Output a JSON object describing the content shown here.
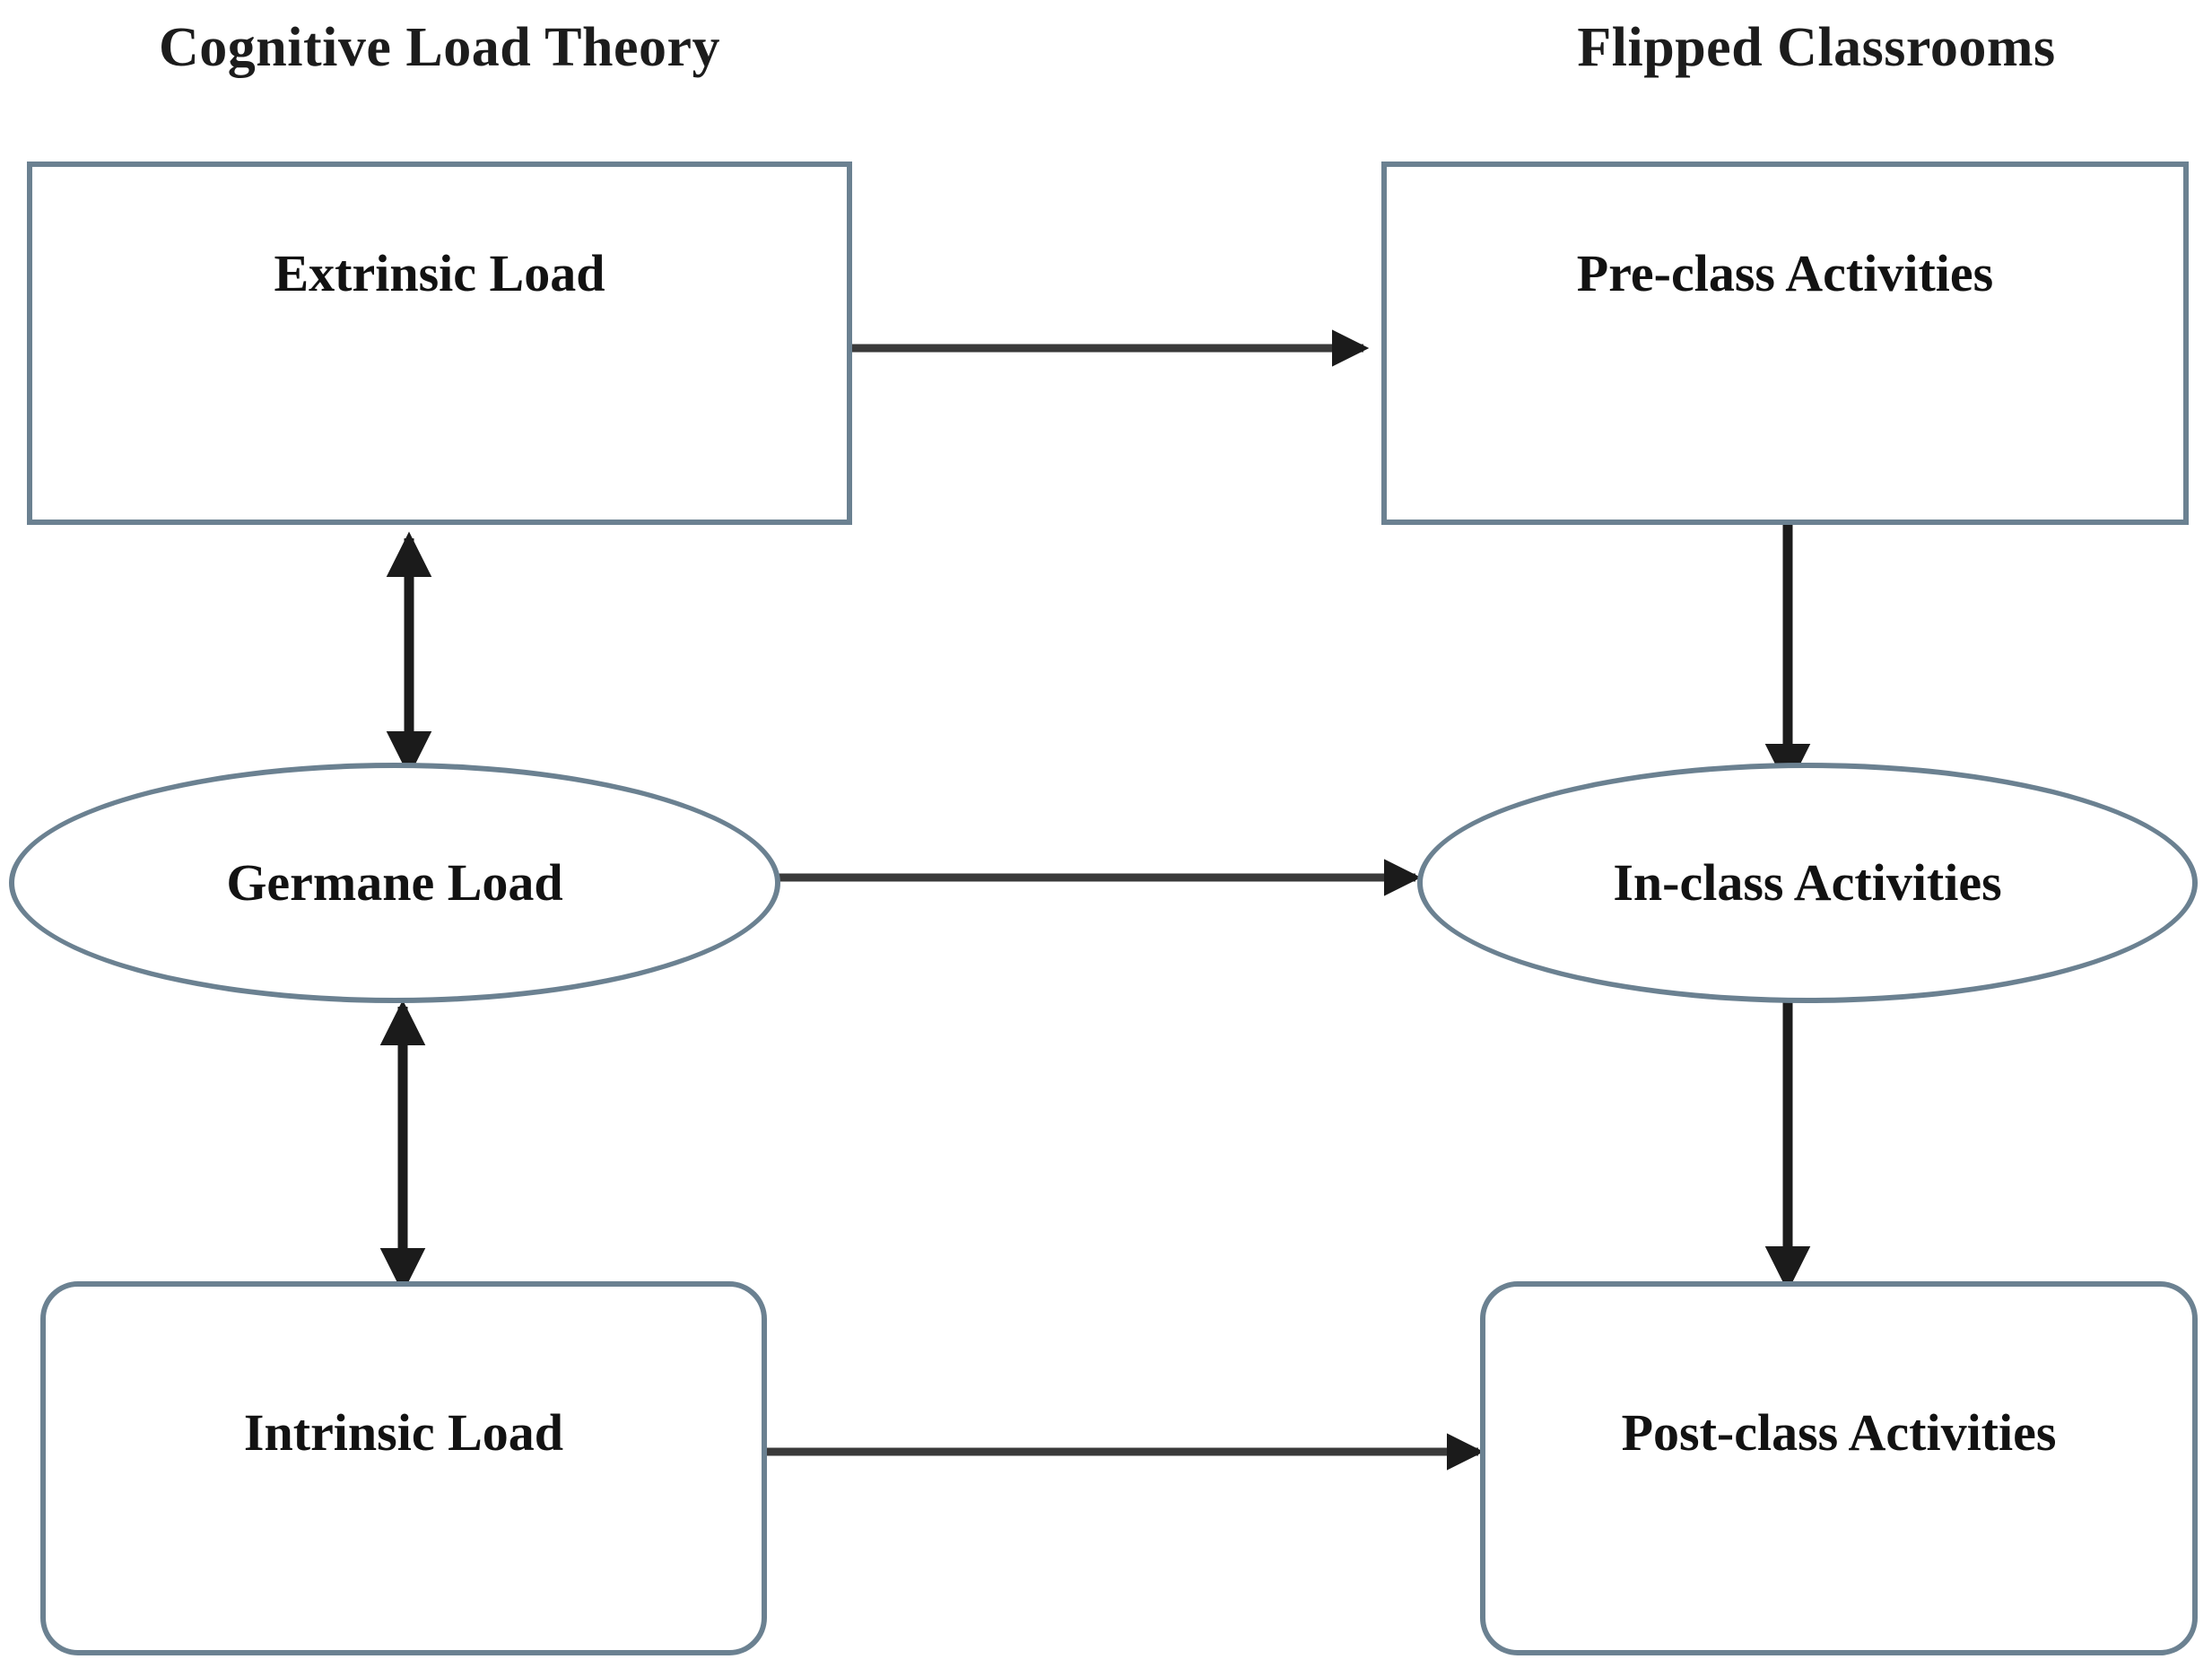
{
  "diagram": {
    "title_columns": {
      "left": "Cognitive Load Theory",
      "right": "Flipped Classrooms"
    },
    "accent_color": "#6b8191",
    "line_color": "#1b1b1b",
    "text_color": "#121212",
    "background_color": "#ffffff",
    "nodes": [
      {
        "id": "extrinsic",
        "label": "Extrinsic Load",
        "shape": "rectangle",
        "column": "left"
      },
      {
        "id": "germane",
        "label": "Germane Load",
        "shape": "ellipse",
        "column": "left"
      },
      {
        "id": "intrinsic",
        "label": "Intrinsic Load",
        "shape": "rounded-rectangle",
        "column": "left"
      },
      {
        "id": "preclass",
        "label": "Pre-class Activities",
        "shape": "rectangle",
        "column": "right"
      },
      {
        "id": "inclass",
        "label": "In-class Activities",
        "shape": "ellipse",
        "column": "right"
      },
      {
        "id": "postclass",
        "label": "Post-class Activities",
        "shape": "rounded-rectangle",
        "column": "right"
      }
    ],
    "edges": [
      {
        "id": "extrinsic-to-preclass",
        "from": "extrinsic",
        "to": "preclass",
        "direction": "single",
        "orientation": "horizontal"
      },
      {
        "id": "germane-to-inclass",
        "from": "germane",
        "to": "inclass",
        "direction": "single",
        "orientation": "horizontal"
      },
      {
        "id": "intrinsic-to-postclass",
        "from": "intrinsic",
        "to": "postclass",
        "direction": "single",
        "orientation": "horizontal"
      },
      {
        "id": "preclass-to-inclass",
        "from": "preclass",
        "to": "inclass",
        "direction": "single",
        "orientation": "vertical"
      },
      {
        "id": "inclass-to-postclass",
        "from": "inclass",
        "to": "postclass",
        "direction": "single",
        "orientation": "vertical"
      },
      {
        "id": "extrinsic-germane",
        "from": "extrinsic",
        "to": "germane",
        "direction": "double",
        "orientation": "vertical"
      },
      {
        "id": "germane-intrinsic",
        "from": "germane",
        "to": "intrinsic",
        "direction": "double",
        "orientation": "vertical"
      }
    ]
  }
}
